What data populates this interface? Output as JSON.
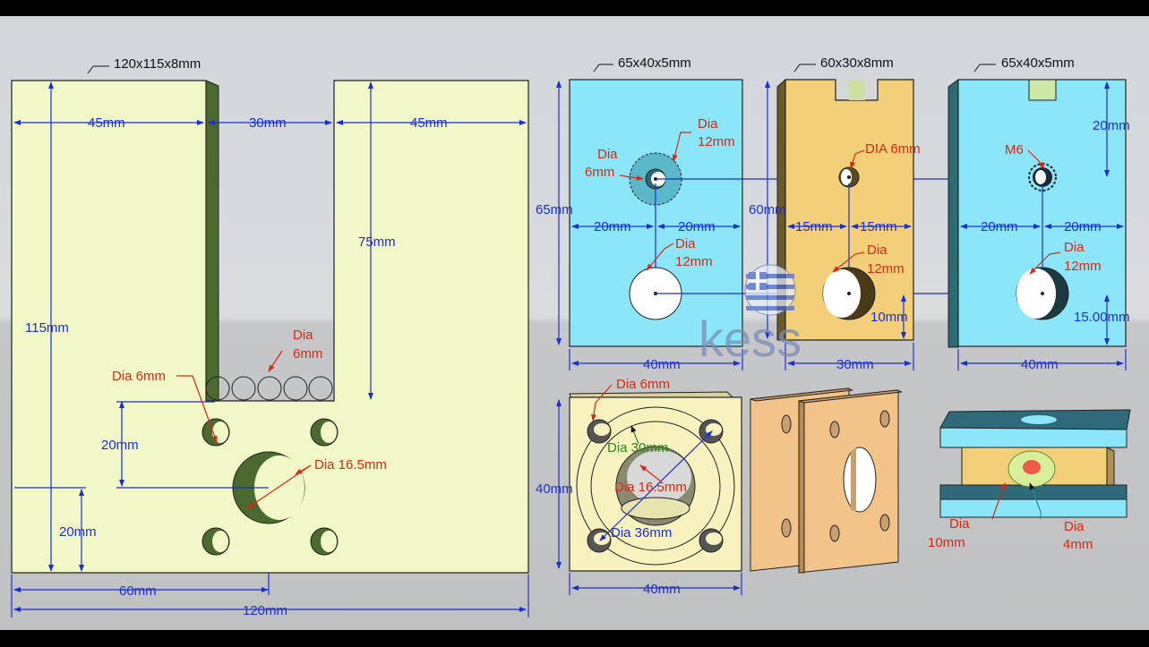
{
  "colors": {
    "dimension": "#1a2fd6",
    "callout": "#d62a14",
    "plate_yellow": "#f2f7c8",
    "plate_cyan": "#8ae6f8",
    "plate_orange": "#f2cf78",
    "plate_cream": "#f7f2be",
    "background_top": "#d6d9dc",
    "background_bottom": "#c4c6c7"
  },
  "big_plate": {
    "title": "120x115x8mm",
    "w_left": "45mm",
    "w_slot": "30mm",
    "w_right": "45mm",
    "h_slot": "75mm",
    "h_total": "115mm",
    "dia_slot": [
      "Dia",
      "6mm"
    ],
    "dia_small": "Dia 6mm",
    "dia_large": "Dia 16.5mm",
    "v_20a": "20mm",
    "v_20b": "20mm",
    "w_60": "60mm",
    "w_120": "120mm"
  },
  "plate_a": {
    "title": "65x40x5mm",
    "dia12a": [
      "Dia",
      "12mm"
    ],
    "dia6": [
      "Dia",
      "6mm"
    ],
    "h": "65mm",
    "w_l": "20mm",
    "w_r": "20mm",
    "dia12b": [
      "Dia",
      "12mm"
    ],
    "w": "40mm"
  },
  "plate_b": {
    "title": "60x30x8mm",
    "dia6": "DIA 6mm",
    "h": "60mm",
    "w_l": "15mm",
    "w_r": "15mm",
    "dia12": [
      "Dia",
      "12mm"
    ],
    "h10": "10mm",
    "w": "30mm"
  },
  "plate_c": {
    "title": "65x40x5mm",
    "h20": "20mm",
    "m6": "M6",
    "w_l": "20mm",
    "w_r": "20mm",
    "dia12": [
      "Dia",
      "12mm"
    ],
    "h15": "15.00mm",
    "w": "40mm"
  },
  "flange": {
    "dia6": "Dia 6mm",
    "dia30": "Dia 30mm",
    "dia165": "Dia 16.5mm",
    "dia36": "Dia 36mm",
    "h": "40mm",
    "w": "40mm"
  },
  "assembly": {
    "dia10": [
      "Dia",
      "10mm"
    ],
    "dia4": [
      "Dia",
      "4mm"
    ]
  },
  "watermark": "kess"
}
